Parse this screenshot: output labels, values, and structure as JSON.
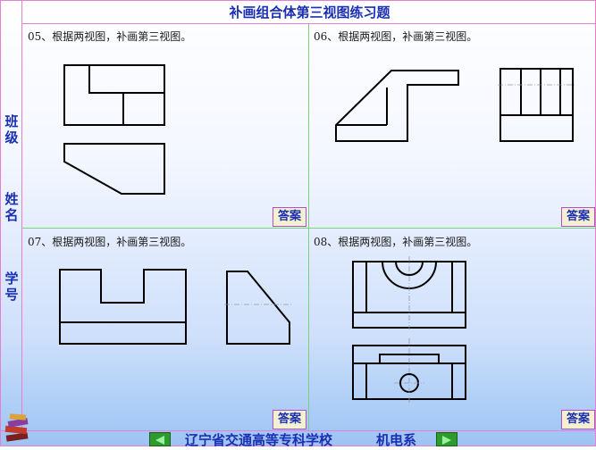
{
  "title": "补画组合体第三视图练习题",
  "side_labels": [
    "班级",
    "姓名",
    "学号"
  ],
  "questions": [
    {
      "text": "05、根据两视图，补画第三视图。"
    },
    {
      "text": "06、根据两视图，补画第三视图。"
    },
    {
      "text": "07、根据两视图，补画第三视图。"
    },
    {
      "text": "08、根据两视图，补画第三视图。"
    }
  ],
  "answer_label": "答案",
  "footer": {
    "school": "辽宁省交通高等专科学校",
    "department": "机电系"
  },
  "icons": {
    "prev": "triangle-left-icon",
    "next": "triangle-right-icon",
    "logo": "books-icon"
  },
  "colors": {
    "accent_text": "#1a2fb3",
    "border": "#e57fd4",
    "divider": "#7ad37a",
    "answer_bg": "#f4f0d0",
    "nav_button": "#2e9b2e"
  }
}
